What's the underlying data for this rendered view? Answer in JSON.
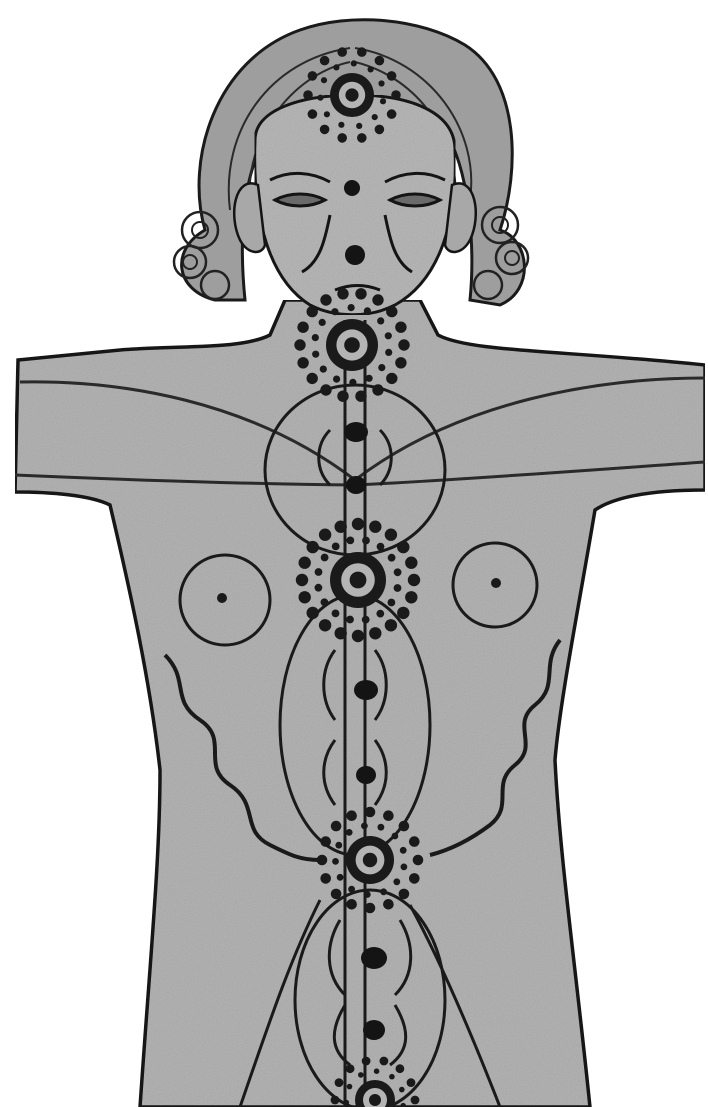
{
  "illustration": {
    "subject": "chakra-body-diagram",
    "palette": {
      "paper": "#ffffff",
      "body_fill": "#b4b4b4",
      "ink": "#1a1a1a",
      "shadow": "#7a7a7a"
    }
  },
  "chakras": [
    {
      "name": "crown-chakra",
      "petals": 14
    },
    {
      "name": "throat-chakra",
      "petals": 18
    },
    {
      "name": "heart-chakra",
      "petals": 20
    },
    {
      "name": "navel-chakra",
      "petals": 16
    },
    {
      "name": "root-chakra",
      "petals": 14
    }
  ]
}
